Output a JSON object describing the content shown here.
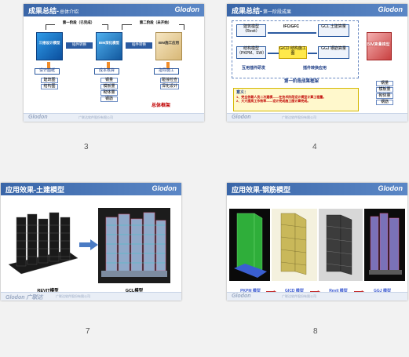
{
  "slides": [
    {
      "number": "3",
      "header": {
        "title": "成果总结-",
        "subtitle": "总体介绍",
        "logo": "Glodon"
      },
      "phase1": "第一阶段（已完成）",
      "phase2": "第二阶段（未开始）",
      "cube1": "三维设计模型",
      "cube2": "BIM深化模型",
      "cube3": "BIM施工应用",
      "arrow1": "插件转换",
      "arrow2": "插件转换",
      "col1_head": "设计图纸",
      "col1_items": [
        "建筑图",
        "结构图"
      ],
      "col2_head": "成本核算",
      "col2_items": [
        "钢量",
        "模板量",
        "砌体量",
        "钢筋"
      ],
      "col3_head": "指导施工",
      "col3_items": [
        "碰撞检查",
        "深化设计"
      ],
      "caption": "总体框架",
      "footer_logo": "Glodon",
      "footer_text": "广联达软件股份有限公司"
    },
    {
      "number": "4",
      "header": {
        "title": "成果总结-",
        "subtitle": "第一阶段成果",
        "logo": "Glodon"
      },
      "left_box1": "建筑模型（Revit）",
      "left_box2": "结构模型（PKPM、SW）",
      "ifc_label": "IFC/GFC",
      "gcl_box": "GCL 土建算量",
      "gicd_box": "GICD 结构施工图",
      "ggj_box": "GGJ 钢筋算量",
      "bim_label": "BIM算量模型",
      "bottom_left": "互用插件研发",
      "bottom_right": "插件转换应用",
      "right_items": [
        "钢量",
        "模板量",
        "砌体量",
        "钢筋"
      ],
      "caption": "第一阶段成果框架",
      "note_title": "意义：",
      "note_lines": [
        "1、完全依赖人员二次建模——在技术阶段设计模型计算工程量。",
        "2、大大提高工作效率——设计完成施工图计算完成。"
      ],
      "footer_logo": "Glodon",
      "footer_text": "广联达软件股份有限公司"
    },
    {
      "number": "7",
      "header": {
        "title": "应用效果-土建模型",
        "logo": "Glodon"
      },
      "label_left": "REVIT模型",
      "label_right": "GCL模型",
      "footer_logo": "Glodon 广联达",
      "footer_text": "广联达软件股份有限公司"
    },
    {
      "number": "8",
      "header": {
        "title": "应用效果-钢筋模型",
        "logo": "Glodon"
      },
      "flow": [
        "PKPM 模型",
        "GICD 模型",
        "Revit 模型",
        "GGJ 模型"
      ],
      "footer_logo": "Glodon",
      "footer_text": "广联达软件股份有限公司"
    }
  ],
  "colors": {
    "header": "#3a66a8",
    "accent_blue": "#2b5aa0",
    "accent_red": "#c00000",
    "cube_blue": "#1d74c8"
  }
}
